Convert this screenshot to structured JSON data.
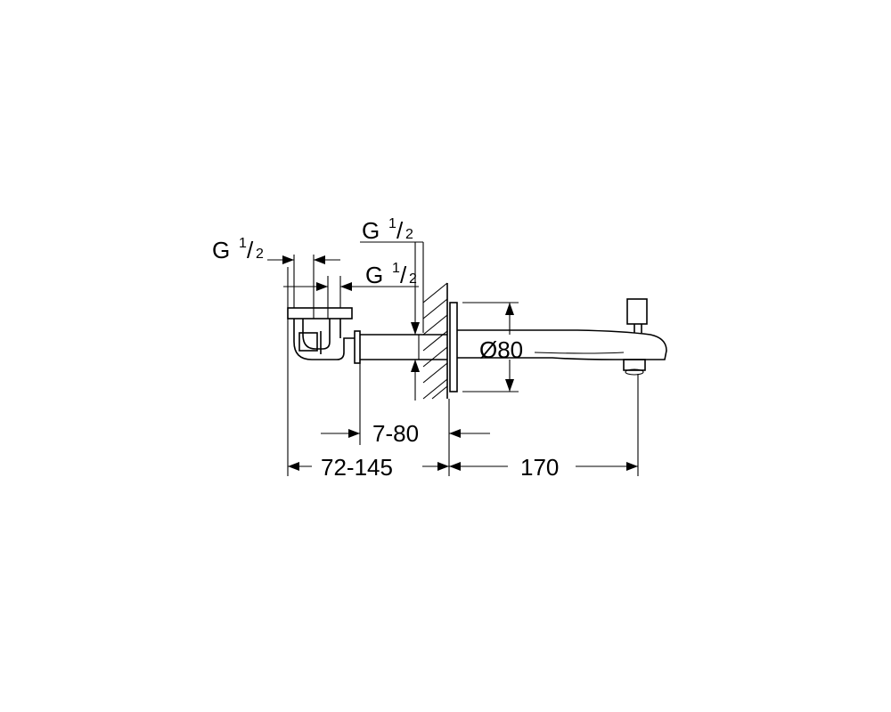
{
  "labels": {
    "thread_left": {
      "base": "G",
      "num": "1",
      "den": "2"
    },
    "thread_top": {
      "base": "G",
      "num": "1",
      "den": "2"
    },
    "thread_mid": {
      "base": "G",
      "num": "1",
      "den": "2"
    },
    "diameter": "Ø80",
    "wall_range": "7-80",
    "body_range": "72-145",
    "projection": "170"
  }
}
